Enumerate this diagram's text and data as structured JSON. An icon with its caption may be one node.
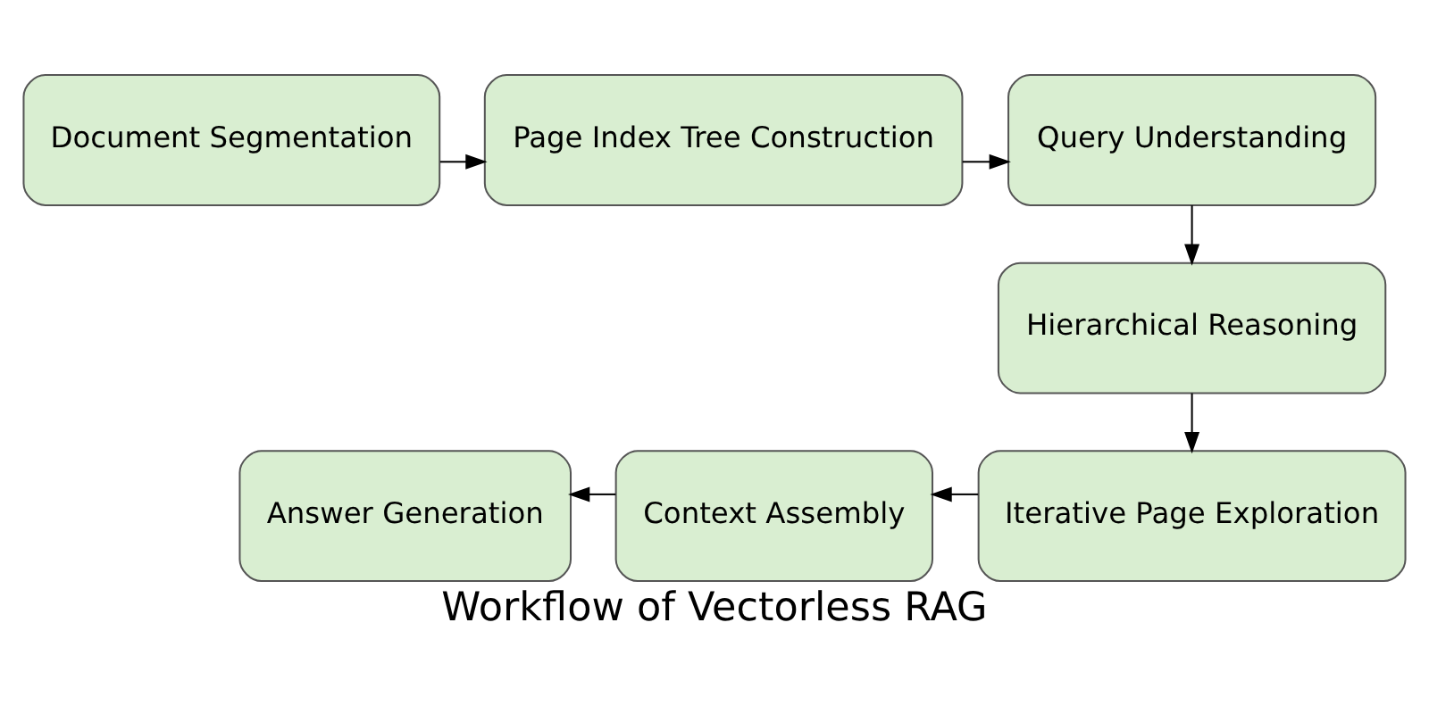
{
  "diagram": {
    "title": "Workflow of Vectorless RAG",
    "nodes": [
      {
        "text": [
          "Document Segmentation"
        ]
      },
      {
        "text": [
          "Page Index Tree Construction"
        ]
      },
      {
        "text": [
          "Query Understanding"
        ]
      },
      {
        "text": [
          "Hierarchical Reasoning"
        ]
      },
      {
        "text": [
          "Iterative Page Exploration"
        ]
      },
      {
        "text": [
          "Context Assembly"
        ]
      },
      {
        "text": [
          "Answer Generation"
        ]
      }
    ],
    "edges": [
      {
        "from": 0,
        "to": 1,
        "arrow": "to"
      },
      {
        "from": 1,
        "to": 2,
        "arrow": "to"
      },
      {
        "from": 2,
        "to": 3,
        "arrow": "to"
      },
      {
        "from": 3,
        "to": 4,
        "arrow": "to"
      },
      {
        "from": 4,
        "to": 5,
        "arrow": "to"
      },
      {
        "from": 5,
        "to": 6,
        "arrow": "to"
      }
    ]
  }
}
